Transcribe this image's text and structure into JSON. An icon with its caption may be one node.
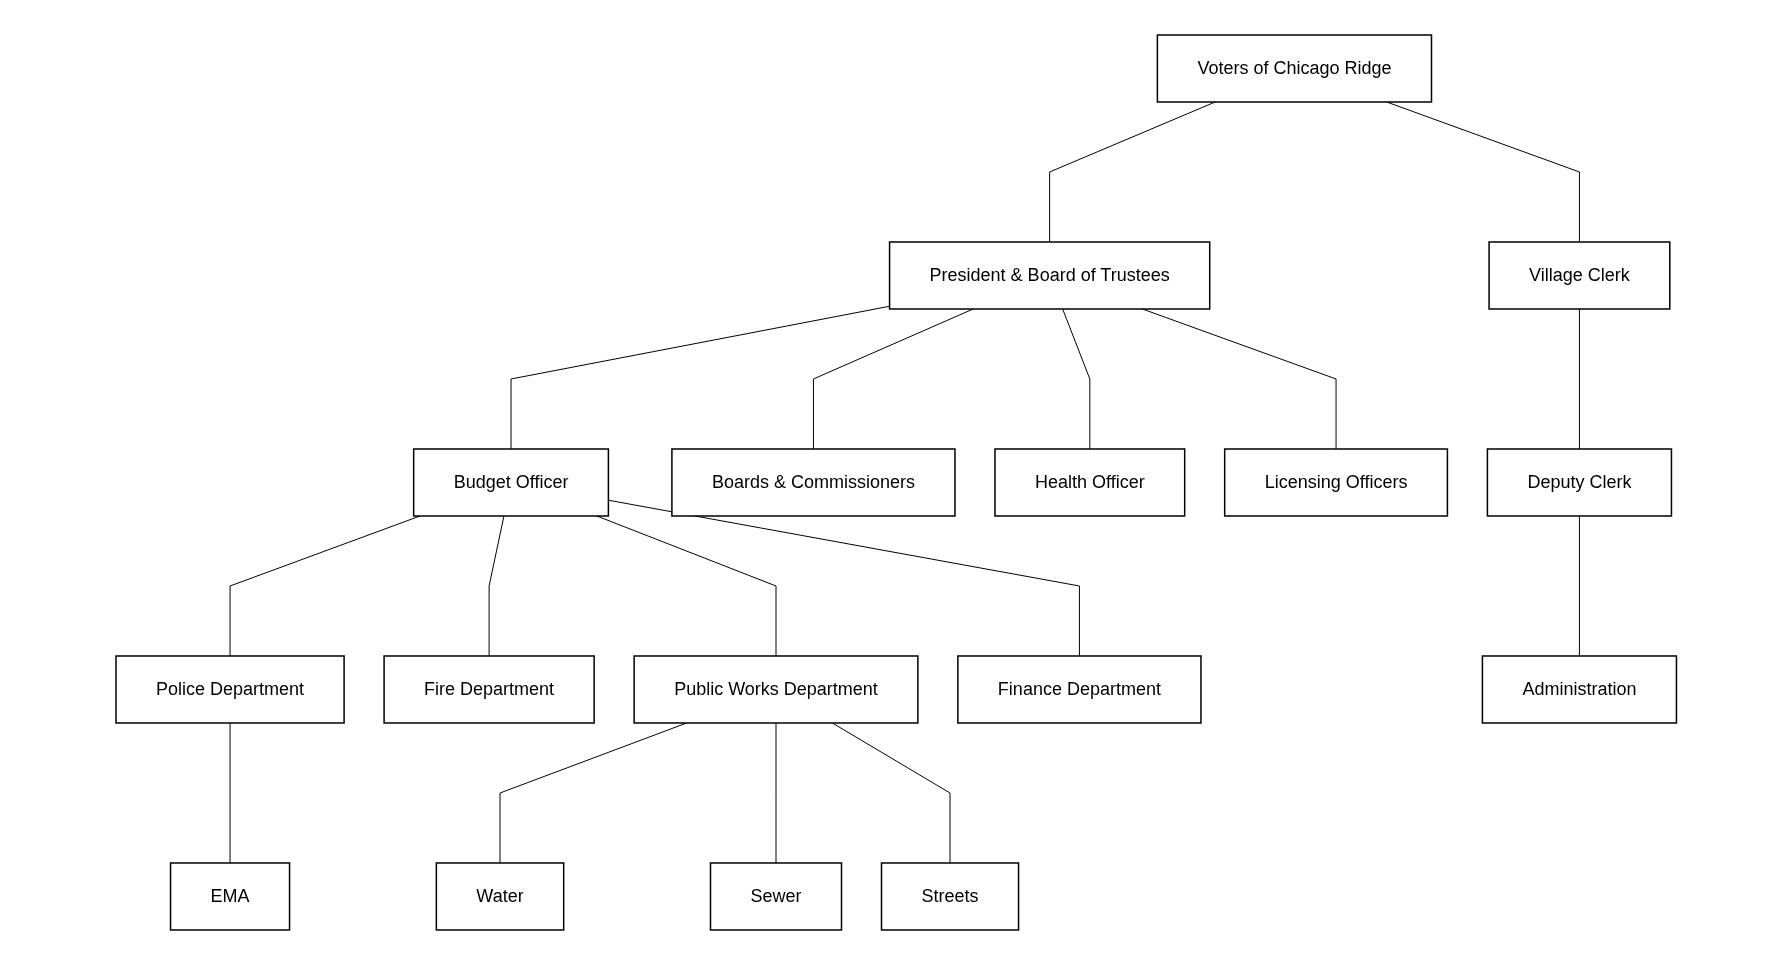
{
  "diagram": {
    "nodes": [
      {
        "text": [
          "Voters of Chicago Ridge"
        ]
      },
      {
        "text": [
          "President & Board of Trustees"
        ]
      },
      {
        "text": [
          "Village Clerk"
        ]
      },
      {
        "text": [
          "Budget Officer"
        ]
      },
      {
        "text": [
          "Boards & Commissioners"
        ]
      },
      {
        "text": [
          "Health Officer"
        ]
      },
      {
        "text": [
          "Licensing Officers"
        ]
      },
      {
        "text": [
          "Deputy Clerk"
        ]
      },
      {
        "text": [
          "Police Department"
        ]
      },
      {
        "text": [
          "Fire Department"
        ]
      },
      {
        "text": [
          "Public Works Department"
        ]
      },
      {
        "text": [
          "Finance Department"
        ]
      },
      {
        "text": [
          "Administration"
        ]
      },
      {
        "text": [
          "EMA"
        ]
      },
      {
        "text": [
          "Water"
        ]
      },
      {
        "text": [
          "Sewer"
        ]
      },
      {
        "text": [
          "Streets"
        ]
      }
    ],
    "edges": [
      {
        "from": 0,
        "to": 1,
        "arrow": "none"
      },
      {
        "from": 0,
        "to": 2,
        "arrow": "none"
      },
      {
        "from": 1,
        "to": 3,
        "arrow": "none"
      },
      {
        "from": 1,
        "to": 4,
        "arrow": "none"
      },
      {
        "from": 1,
        "to": 5,
        "arrow": "none"
      },
      {
        "from": 1,
        "to": 6,
        "arrow": "none"
      },
      {
        "from": 2,
        "to": 7,
        "arrow": "none"
      },
      {
        "from": 3,
        "to": 8,
        "arrow": "none"
      },
      {
        "from": 3,
        "to": 9,
        "arrow": "none"
      },
      {
        "from": 3,
        "to": 10,
        "arrow": "none"
      },
      {
        "from": 3,
        "to": 11,
        "arrow": "none"
      },
      {
        "from": 7,
        "to": 12,
        "arrow": "none"
      },
      {
        "from": 8,
        "to": 13,
        "arrow": "none"
      },
      {
        "from": 10,
        "to": 14,
        "arrow": "none"
      },
      {
        "from": 10,
        "to": 15,
        "arrow": "none"
      },
      {
        "from": 10,
        "to": 16,
        "arrow": "none"
      }
    ]
  }
}
